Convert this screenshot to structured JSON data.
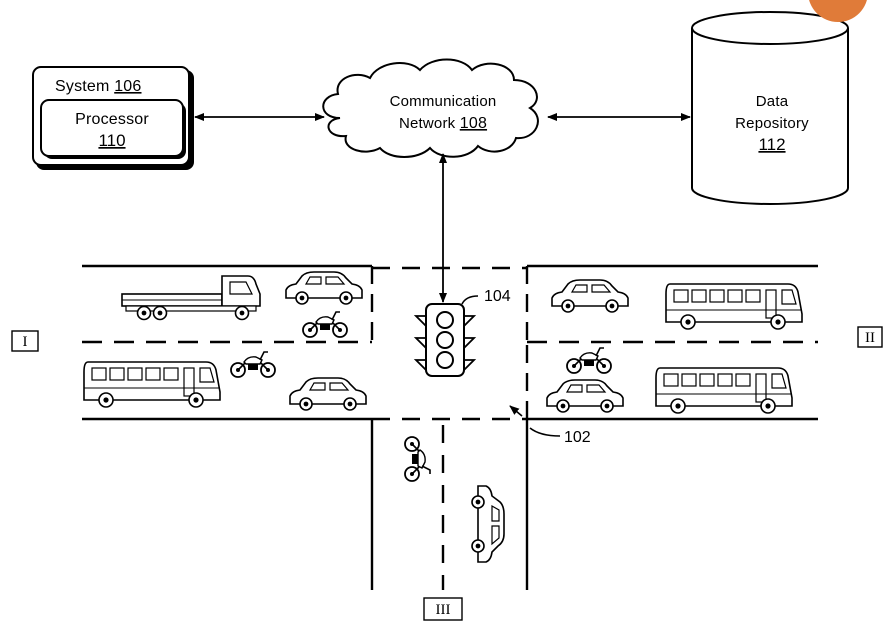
{
  "system": {
    "word": "System",
    "ref": "106",
    "processor": {
      "word": "Processor",
      "ref": "110"
    }
  },
  "network": {
    "line1": "Communication",
    "line2": "Network",
    "ref": "108"
  },
  "repository": {
    "line1": "Data",
    "line2": "Repository",
    "ref": "112"
  },
  "traffic_light_ref": "104",
  "intersection_ref": "102",
  "zones": {
    "left": "I",
    "right": "II",
    "bottom": "III"
  },
  "colors": {
    "ink": "#000000",
    "badge": "#e07b39"
  },
  "vehicles": [
    {
      "name": "truck",
      "zone": "I"
    },
    {
      "name": "car",
      "zone": "I"
    },
    {
      "name": "motorcycle",
      "zone": "I"
    },
    {
      "name": "bus",
      "zone": "I"
    },
    {
      "name": "motorcycle",
      "zone": "I"
    },
    {
      "name": "car",
      "zone": "I"
    },
    {
      "name": "car",
      "zone": "II"
    },
    {
      "name": "bus",
      "zone": "II"
    },
    {
      "name": "motorcycle",
      "zone": "II"
    },
    {
      "name": "car",
      "zone": "II"
    },
    {
      "name": "bus",
      "zone": "II"
    },
    {
      "name": "motorcycle",
      "zone": "III"
    },
    {
      "name": "car",
      "zone": "III"
    }
  ]
}
